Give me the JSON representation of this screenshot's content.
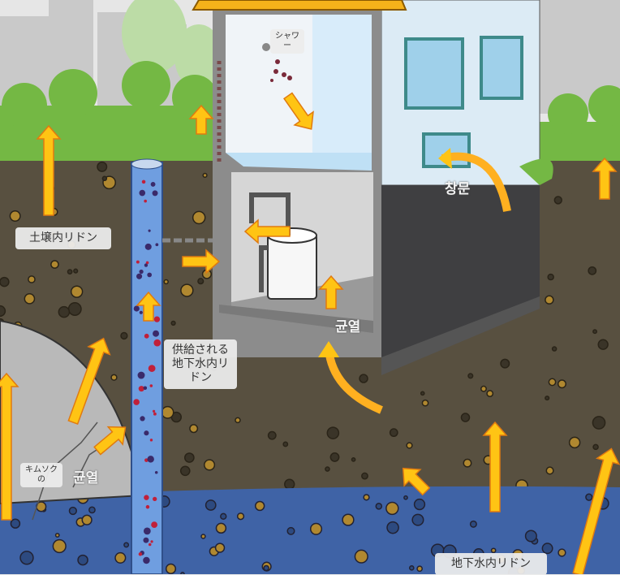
{
  "labels": {
    "shower": "シャワー",
    "soil_radon": "土壌内リドン",
    "supplied_groundwater_radon": "供給される地下水内リドン",
    "bedrock": "キムソクの",
    "groundwater_radon": "地下水内リドン"
  },
  "illustration_text": {
    "window": "창문",
    "crack_basement": "균열",
    "crack_bedrock": "균열"
  },
  "colors": {
    "arrow": "#ffc414",
    "soil": "#585040",
    "groundwater": "#3f63a6",
    "roof": "#f5b21a"
  }
}
